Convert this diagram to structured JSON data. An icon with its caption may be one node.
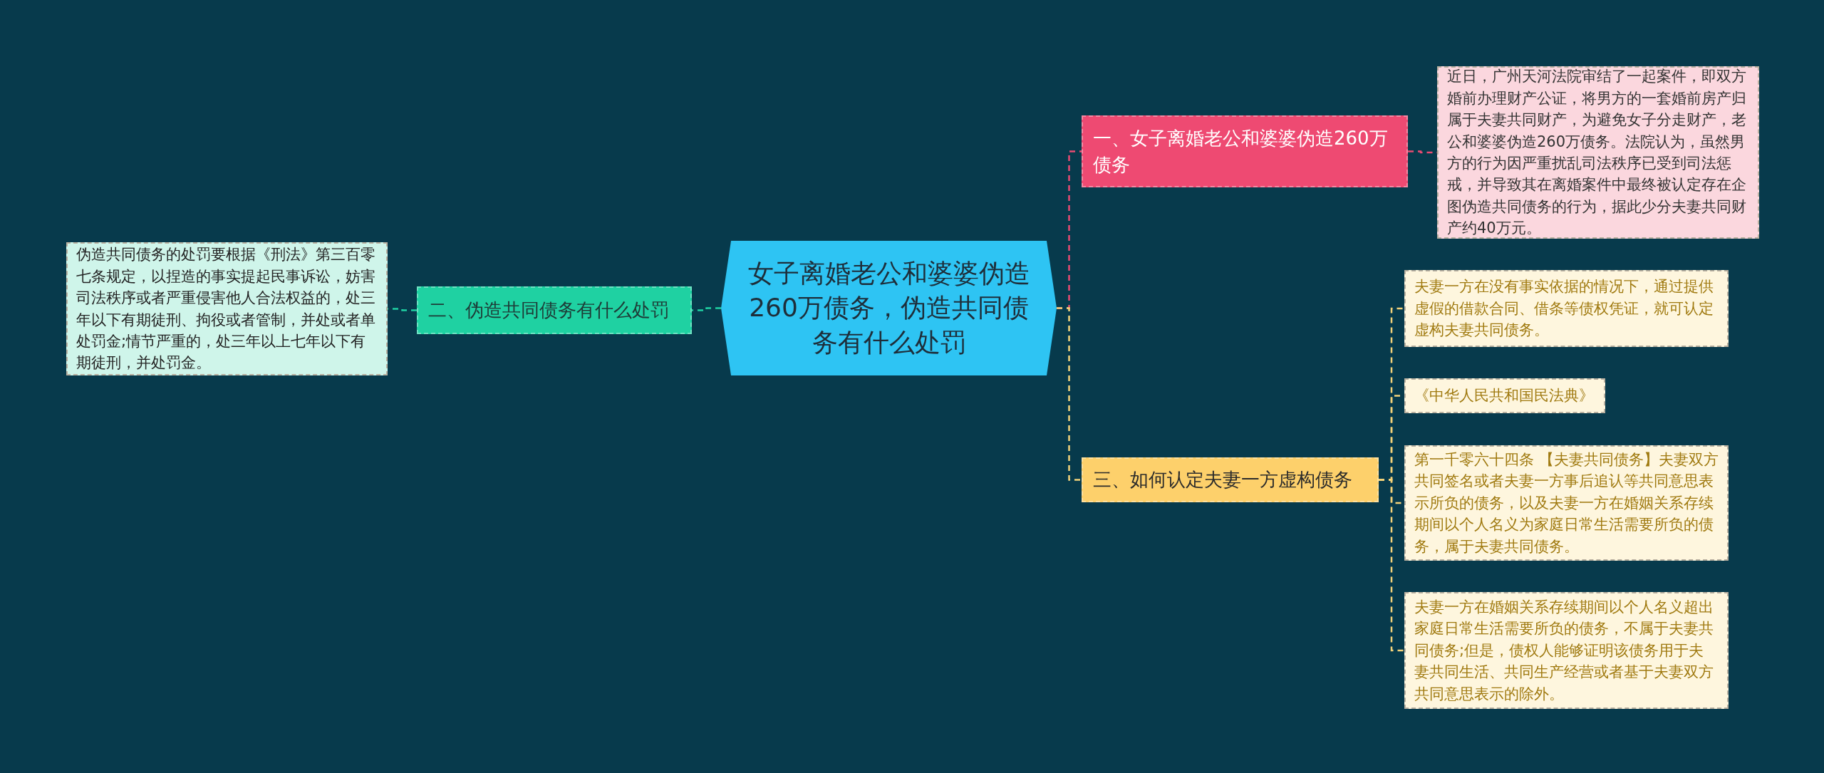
{
  "diagram": {
    "nodes": [
      {
        "text": [
          "女子离婚老公和婆婆伪造260万债务，伪造共同债务有什么处罚"
        ]
      },
      {
        "text": [
          "一、女子离婚老公和婆婆伪造260万债务"
        ]
      },
      {
        "text": [
          "近日，广州天河法院审结了一起案件，即双方婚前办理财产公证，将男方的一套婚前房产归属于夫妻共同财产，为避免女子分走财产，老公和婆婆伪造260万债务。法院认为，虽然男方的行为因严重扰乱司法秩序已受到司法惩戒，并导致其在离婚案件中最终被认定存在企图伪造共同债务的行为，据此少分夫妻共同财产约40万元。"
        ]
      },
      {
        "text": [
          "二、伪造共同债务有什么处罚"
        ]
      },
      {
        "text": [
          "伪造共同债务的处罚要根据《刑法》第三百零七条规定，以捏造的事实提起民事诉讼，妨害司法秩序或者严重侵害他人合法权益的，处三年以下有期徒刑、拘役或者管制，并处或者单处罚金;情节严重的，处三年以上七年以下有期徒刑，并处罚金。"
        ]
      },
      {
        "text": [
          "三、如何认定夫妻一方虚构债务"
        ]
      },
      {
        "text": [
          "夫妻一方在没有事实依据的情况下，通过提供虚假的借款合同、借条等债权凭证，就可认定虚构夫妻共同债务。"
        ]
      },
      {
        "text": [
          "《中华人民共和国民法典》"
        ]
      },
      {
        "text": [
          "第一千零六十四条 【夫妻共同债务】夫妻双方共同签名或者夫妻一方事后追认等共同意思表示所负的债务，以及夫妻一方在婚姻关系存续期间以个人名义为家庭日常生活需要所负的债务，属于夫妻共同债务。"
        ]
      },
      {
        "text": [
          "夫妻一方在婚姻关系存续期间以个人名义超出家庭日常生活需要所负的债务，不属于夫妻共同债务;但是，债权人能够证明该债务用于夫妻共同生活、共同生产经营或者基于夫妻双方共同意思表示的除外。"
        ]
      }
    ],
    "edges": [
      {
        "from": 0,
        "to": 1,
        "arrow": "none",
        "color": "#e94b72"
      },
      {
        "from": 1,
        "to": 2,
        "arrow": "none",
        "color": "#e94b72"
      },
      {
        "from": 0,
        "to": 3,
        "arrow": "none",
        "color": "#1fd1a2"
      },
      {
        "from": 3,
        "to": 4,
        "arrow": "none",
        "color": "#1fd1a2"
      },
      {
        "from": 0,
        "to": 5,
        "arrow": "none"
      },
      {
        "from": 5,
        "to": 6,
        "arrow": "none"
      },
      {
        "from": 5,
        "to": 7,
        "arrow": "none"
      },
      {
        "from": 5,
        "to": 8,
        "arrow": "none"
      },
      {
        "from": 5,
        "to": 9,
        "arrow": "none"
      }
    ]
  }
}
